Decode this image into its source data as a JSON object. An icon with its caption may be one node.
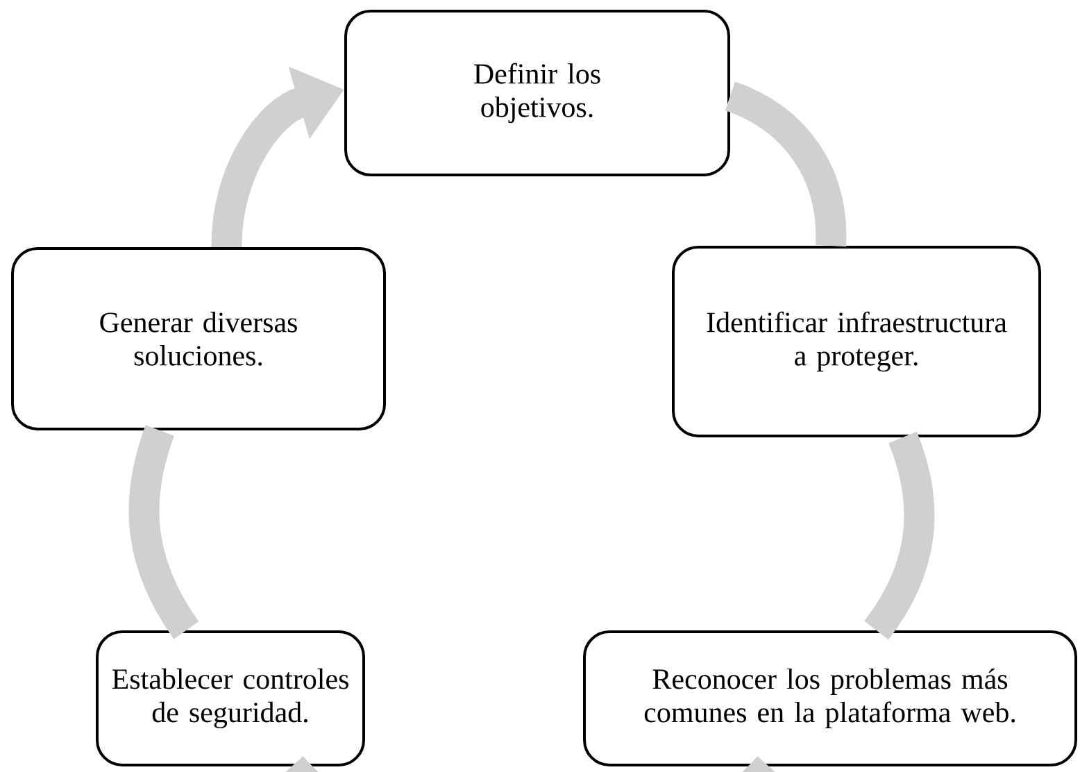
{
  "diagram": {
    "nodes": [
      {
        "text": [
          "Definir los objetivos."
        ]
      },
      {
        "text": [
          "Identificar infraestructura a proteger."
        ]
      },
      {
        "text": [
          "Reconocer los problemas más comunes en la plataforma web."
        ]
      },
      {
        "text": [
          "Establecer controles de seguridad."
        ]
      },
      {
        "text": [
          "Generar diversas soluciones."
        ]
      }
    ],
    "edges": [
      {
        "from": 0,
        "to": 1,
        "arrow": "none"
      },
      {
        "from": 1,
        "to": 2,
        "arrow": "none"
      },
      {
        "from": 2,
        "to": 3,
        "arrow": "none"
      },
      {
        "from": 3,
        "to": 4,
        "arrow": "none"
      },
      {
        "from": 4,
        "to": 0,
        "arrow": "to"
      }
    ]
  }
}
